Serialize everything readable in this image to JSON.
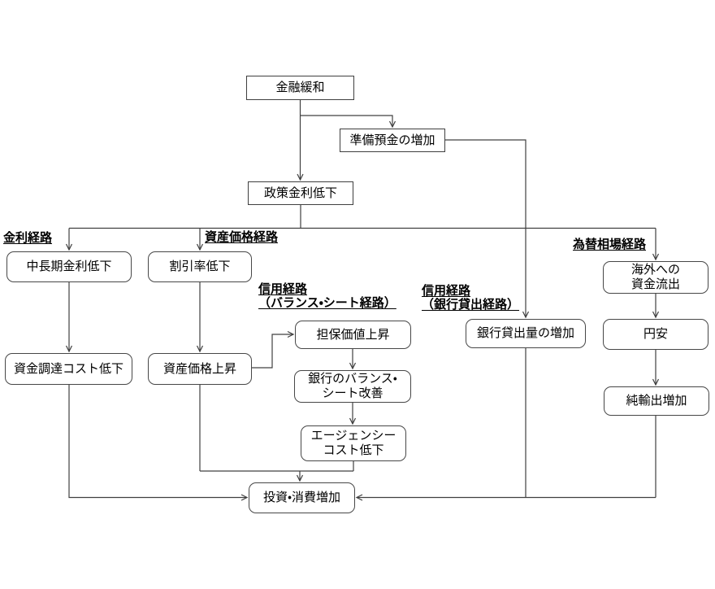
{
  "diagram": {
    "title": "",
    "nodes": {
      "monetary_easing": "金融緩和",
      "reserve_deposits": "準備預金の増加",
      "policy_rate": "政策金利低下",
      "mid_long_rate": "中長期金利低下",
      "discount_rate": "割引率低下",
      "funding_cost": "資金調達コスト低下",
      "asset_price": "資産価格上昇",
      "collateral_value": "担保価値上昇",
      "bank_balance_sheet": "銀行のバランス・\nシート改善",
      "agency_cost": "エージェンシー\nコスト低下",
      "bank_lending": "銀行貸出量の増加",
      "overseas_outflow": "海外への\n資金流出",
      "yen_depreciation": "円安",
      "net_exports": "純輸出増加",
      "investment_consumption": "投資・消費増加"
    },
    "channel_labels": {
      "interest_rate": "金利経路",
      "asset_price": "資産価格経路",
      "credit_balance_sheet": "信用経路\n（バランス・シート経路）",
      "credit_bank_lending": "信用経路\n（銀行貸出経路）",
      "exchange_rate": "為替相場経路"
    },
    "edges": [
      {
        "from": "金融緩和",
        "to": "政策金利低下"
      },
      {
        "from": "金融緩和",
        "to": "準備預金の増加"
      },
      {
        "from": "準備預金の増加",
        "to": "銀行貸出量の増加"
      },
      {
        "from": "政策金利低下",
        "to": "中長期金利低下"
      },
      {
        "from": "政策金利低下",
        "to": "割引率低下"
      },
      {
        "from": "政策金利低下",
        "to": "海外への資金流出"
      },
      {
        "from": "中長期金利低下",
        "to": "資金調達コスト低下"
      },
      {
        "from": "割引率低下",
        "to": "資産価格上昇"
      },
      {
        "from": "資産価格上昇",
        "to": "担保価値上昇"
      },
      {
        "from": "担保価値上昇",
        "to": "銀行のバランス・シート改善"
      },
      {
        "from": "銀行のバランス・シート改善",
        "to": "エージェンシーコスト低下"
      },
      {
        "from": "資産価格上昇",
        "to": "投資・消費増加"
      },
      {
        "from": "エージェンシーコスト低下",
        "to": "投資・消費増加"
      },
      {
        "from": "資金調達コスト低下",
        "to": "投資・消費増加"
      },
      {
        "from": "銀行貸出量の増加",
        "to": "投資・消費増加"
      },
      {
        "from": "海外への資金流出",
        "to": "円安"
      },
      {
        "from": "円安",
        "to": "純輸出増加"
      },
      {
        "from": "純輸出増加",
        "to": "投資・消費増加"
      }
    ],
    "colors": {
      "line": "#404040",
      "text": "#000000",
      "background": "#ffffff"
    }
  }
}
